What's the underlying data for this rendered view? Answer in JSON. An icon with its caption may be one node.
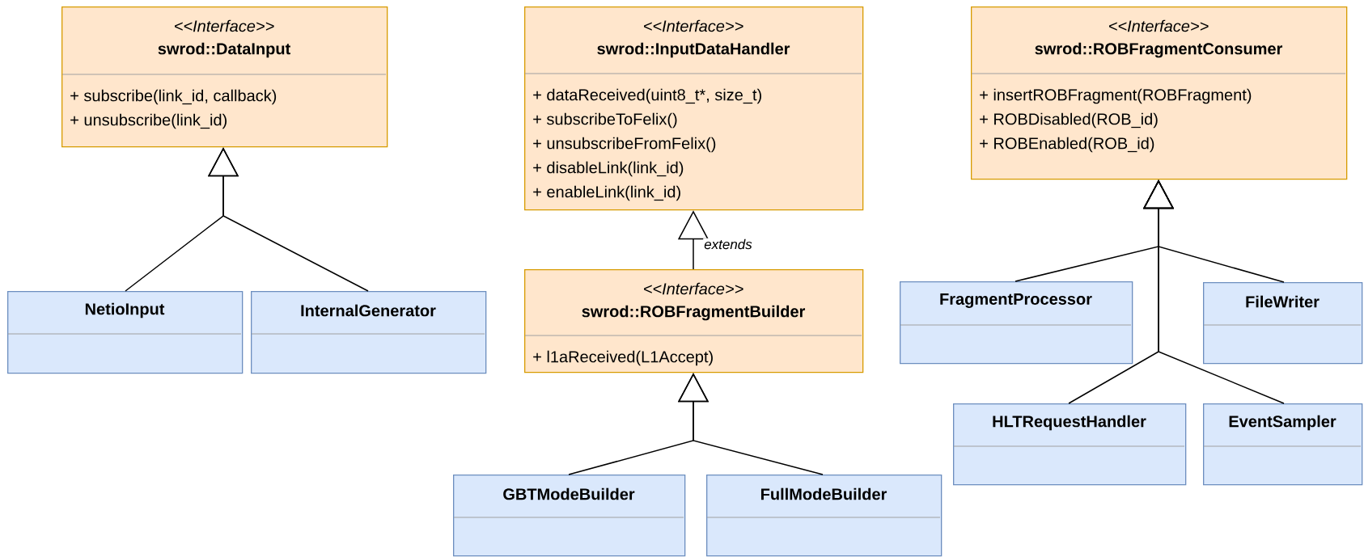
{
  "diagram": {
    "nodes": [
      {
        "text": [
          "<<Interface>>",
          "swrod::DataInput",
          "+ subscribe(link_id, callback)",
          "+ unsubscribe(link_id)"
        ]
      },
      {
        "text": [
          "<<Interface>>",
          "swrod::InputDataHandler",
          "+ dataReceived(uint8_t*, size_t)",
          "+ subscribeToFelix()",
          "+ unsubscribeFromFelix()",
          "+ disableLink(link_id)",
          "+ enableLink(link_id)"
        ]
      },
      {
        "text": [
          "<<Interface>>",
          "swrod::ROBFragmentConsumer",
          "+ insertROBFragment(ROBFragment)",
          "+ ROBDisabled(ROB_id)",
          "+ ROBEnabled(ROB_id)"
        ]
      },
      {
        "text": [
          "<<Interface>>",
          "swrod::ROBFragmentBuilder",
          "+ l1aReceived(L1Accept)"
        ]
      },
      {
        "text": [
          "NetioInput"
        ]
      },
      {
        "text": [
          "InternalGenerator"
        ]
      },
      {
        "text": [
          "FragmentProcessor"
        ]
      },
      {
        "text": [
          "FileWriter"
        ]
      },
      {
        "text": [
          "HLTRequestHandler"
        ]
      },
      {
        "text": [
          "EventSampler"
        ]
      },
      {
        "text": [
          "GBTModeBuilder"
        ]
      },
      {
        "text": [
          "FullModeBuilder"
        ]
      }
    ],
    "edges": [
      {
        "from": 4,
        "to": 0,
        "arrow": "to"
      },
      {
        "from": 5,
        "to": 0,
        "arrow": "to"
      },
      {
        "from": 3,
        "to": 1,
        "arrow": "to",
        "label": "extends"
      },
      {
        "from": 10,
        "to": 3,
        "arrow": "to"
      },
      {
        "from": 11,
        "to": 3,
        "arrow": "to"
      },
      {
        "from": 6,
        "to": 2,
        "arrow": "to"
      },
      {
        "from": 7,
        "to": 2,
        "arrow": "to"
      },
      {
        "from": 8,
        "to": 2,
        "arrow": "to"
      },
      {
        "from": 9,
        "to": 2,
        "arrow": "to"
      }
    ]
  }
}
